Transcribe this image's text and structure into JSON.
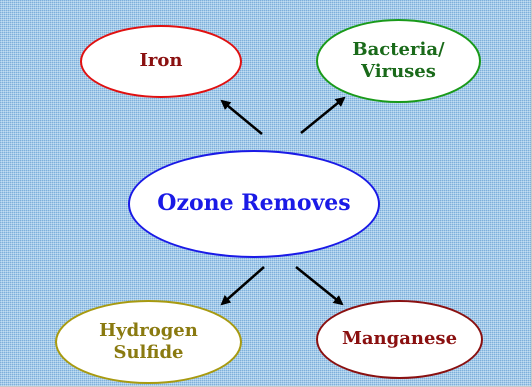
{
  "diagram": {
    "center": {
      "label": "Ozone Removes"
    },
    "nodes": [
      {
        "id": "iron",
        "lines": [
          "Iron"
        ],
        "border_color": "#e01010",
        "text_color": "#8a1010"
      },
      {
        "id": "bacteria",
        "lines": [
          "Bacteria/",
          "Viruses"
        ],
        "border_color": "#1a9a1a",
        "text_color": "#1a6a1a"
      },
      {
        "id": "h2s",
        "lines": [
          "Hydrogen",
          "Sulfide"
        ],
        "border_color": "#a89a10",
        "text_color": "#8a7a10"
      },
      {
        "id": "manganese",
        "lines": [
          "Manganese"
        ],
        "border_color": "#8a1010",
        "text_color": "#8a1010"
      }
    ],
    "center_color": "#1a1ae6",
    "background_color": "#9ecbec"
  }
}
